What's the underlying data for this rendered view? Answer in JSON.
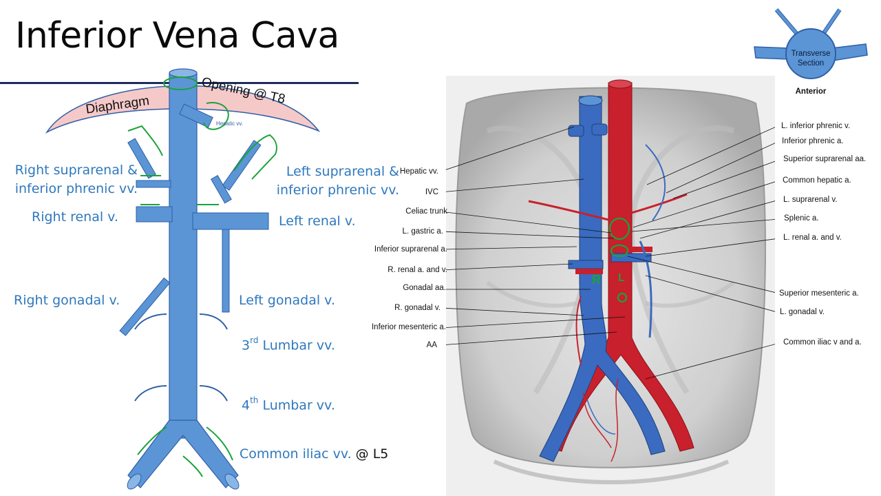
{
  "title": "Inferior Vena Cava",
  "left_diagram": {
    "diaphragm_label": "Diaphragm",
    "opening_label": "Opening @ T8",
    "hepatic_small_label": "Hepatic vv.",
    "right_suprarenal_line1": "Right suprarenal &",
    "right_suprarenal_line2": "inferior phrenic vv.",
    "left_suprarenal_line1": "Left suprarenal &",
    "left_suprarenal_line2": "inferior phrenic vv.",
    "right_renal": "Right renal v.",
    "left_renal": "Left renal v.",
    "right_gonadal": "Right gonadal v.",
    "left_gonadal": "Left gonadal v.",
    "lumbar3_num": "3",
    "lumbar3_sup": "rd",
    "lumbar3_text": " Lumbar vv.",
    "lumbar4_num": "4",
    "lumbar4_sup": "th",
    "lumbar4_text": " Lumbar vv.",
    "common_iliac": "Common iliac vv.",
    "common_iliac_note": " @ L5"
  },
  "orientation_icon": {
    "line1": "Transverse",
    "line2": "Section",
    "caption": "Anterior"
  },
  "callouts_left": [
    "Hepatic vv.",
    "IVC",
    "Celiac trunk",
    "L. gastric a.",
    "Inferior suprarenal a.",
    "R. renal a. and v.",
    "Gonadal aa.",
    "R. gonadal v.",
    "Inferior mesenteric a.",
    "AA"
  ],
  "callouts_right": [
    "L. inferior phrenic v.",
    "Inferior phrenic a.",
    "Superior suprarenal aa.",
    "Common hepatic a.",
    "L. suprarenal v.",
    "Splenic a.",
    "L. renal a. and v.",
    "Superior mesenteric a.",
    "L. gonadal v.",
    "Common iliac v and a."
  ],
  "annotations": {
    "r_mark": "R",
    "l_mark": "L"
  },
  "colors": {
    "vein_blue": "#5b95d5",
    "vein_dark": "#2e5fa8",
    "artery_red": "#c8202c",
    "label_blue": "#2f78bd",
    "diaphragm_pink": "#f6c9c9",
    "annotation_green": "#1aa33a"
  }
}
